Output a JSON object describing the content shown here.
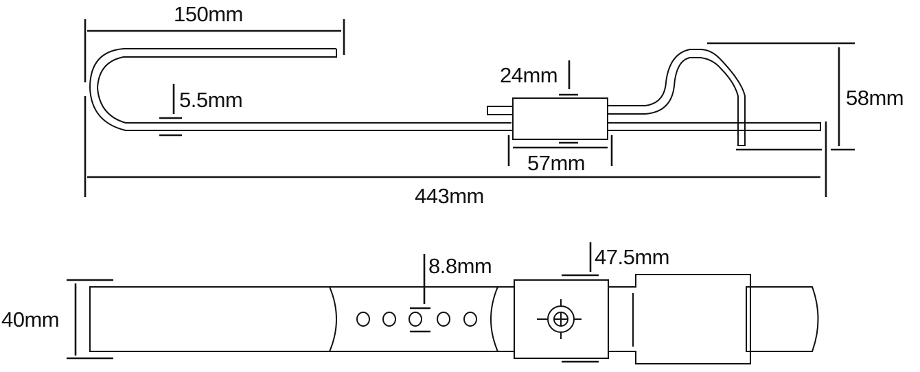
{
  "drawing": {
    "top_view": {
      "dimensions": {
        "hook_length": "150mm",
        "rod_diameter": "5.5mm",
        "clamp_height": "24mm",
        "clamp_width": "57mm",
        "overall_length": "443mm",
        "hook_height": "58mm"
      }
    },
    "bottom_view": {
      "dimensions": {
        "strap_width": "40mm",
        "hole_diameter": "8.8mm",
        "lock_width": "47.5mm"
      },
      "hole_count": 5
    },
    "colors": {
      "line": "#111111",
      "background": "#ffffff"
    }
  }
}
